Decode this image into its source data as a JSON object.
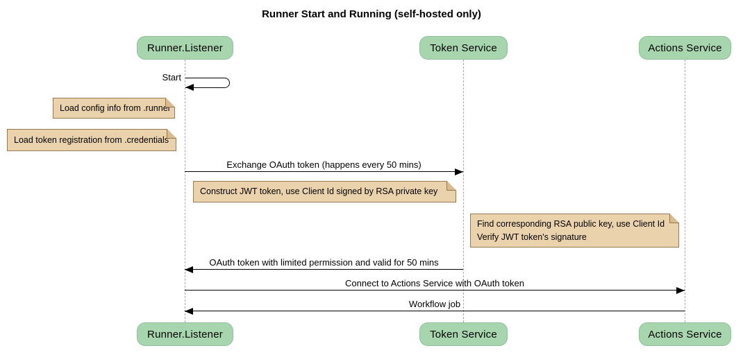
{
  "title": "Runner Start and Running (self-hosted only)",
  "participants": [
    {
      "id": "runner-listener",
      "label": "Runner.Listener"
    },
    {
      "id": "token-service",
      "label": "Token Service"
    },
    {
      "id": "actions-service",
      "label": "Actions Service"
    }
  ],
  "messages": [
    {
      "label": "Start",
      "type": "self",
      "from": "Runner.Listener",
      "to": "Runner.Listener"
    },
    {
      "label": "Exchange OAuth token (happens every 50 mins)",
      "type": "solid-arrow",
      "from": "Runner.Listener",
      "to": "Token Service"
    },
    {
      "label": "OAuth token with limited permission and valid for 50 mins",
      "type": "solid-arrow",
      "from": "Token Service",
      "to": "Runner.Listener"
    },
    {
      "label": "Connect to Actions Service with OAuth token",
      "type": "solid-arrow",
      "from": "Runner.Listener",
      "to": "Actions Service"
    },
    {
      "label": "Workflow job",
      "type": "solid-arrow",
      "from": "Actions Service",
      "to": "Runner.Listener"
    }
  ],
  "notes": [
    {
      "text": "Load config info from .runner"
    },
    {
      "text": "Load token registration from .credentials"
    },
    {
      "text": "Construct JWT token, use Client Id signed by RSA private key"
    },
    {
      "lines": [
        "Find corresponding RSA public key, use Client Id",
        "Verify JWT token's signature"
      ]
    }
  ],
  "colors": {
    "participant_fill": "#A7D5AE",
    "participant_border": "#8FBF9B",
    "note_fill": "#EAD2AC",
    "note_border": "#99784E",
    "note_flap": "#D8BC90",
    "lifeline_color": "#A9A9A9",
    "arrow_color": "#000000",
    "text_color": "#000000",
    "bg_color": "#FFFFFF"
  }
}
